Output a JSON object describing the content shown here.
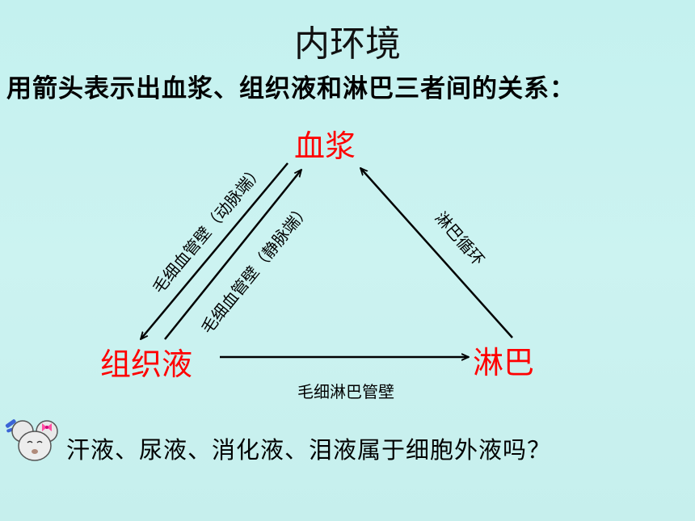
{
  "title": "内环境",
  "question": "用箭头表示出血浆、组织液和淋巴三者间的关系：",
  "diagram": {
    "nodes": {
      "plasma": "血浆",
      "tissue_fluid": "组织液",
      "lymph": "淋巴"
    },
    "edges": [
      {
        "from": "血浆",
        "to": "组织液",
        "label": "毛细血管壁（动脉端）"
      },
      {
        "from": "组织液",
        "to": "血浆",
        "label": "毛细血管壁（静脉端）"
      },
      {
        "from": "组织液",
        "to": "淋巴",
        "label": "毛细淋巴管壁"
      },
      {
        "from": "淋巴",
        "to": "血浆",
        "label": "淋巴循环"
      }
    ]
  },
  "bottom_question": "汗液、尿液、消化液、泪液属于细胞外液吗？",
  "colors": {
    "background": "#c8f2f0",
    "node_text": "#ff0000",
    "arrow": "#000000"
  },
  "icons": [
    "thinking-mouse-icon"
  ]
}
